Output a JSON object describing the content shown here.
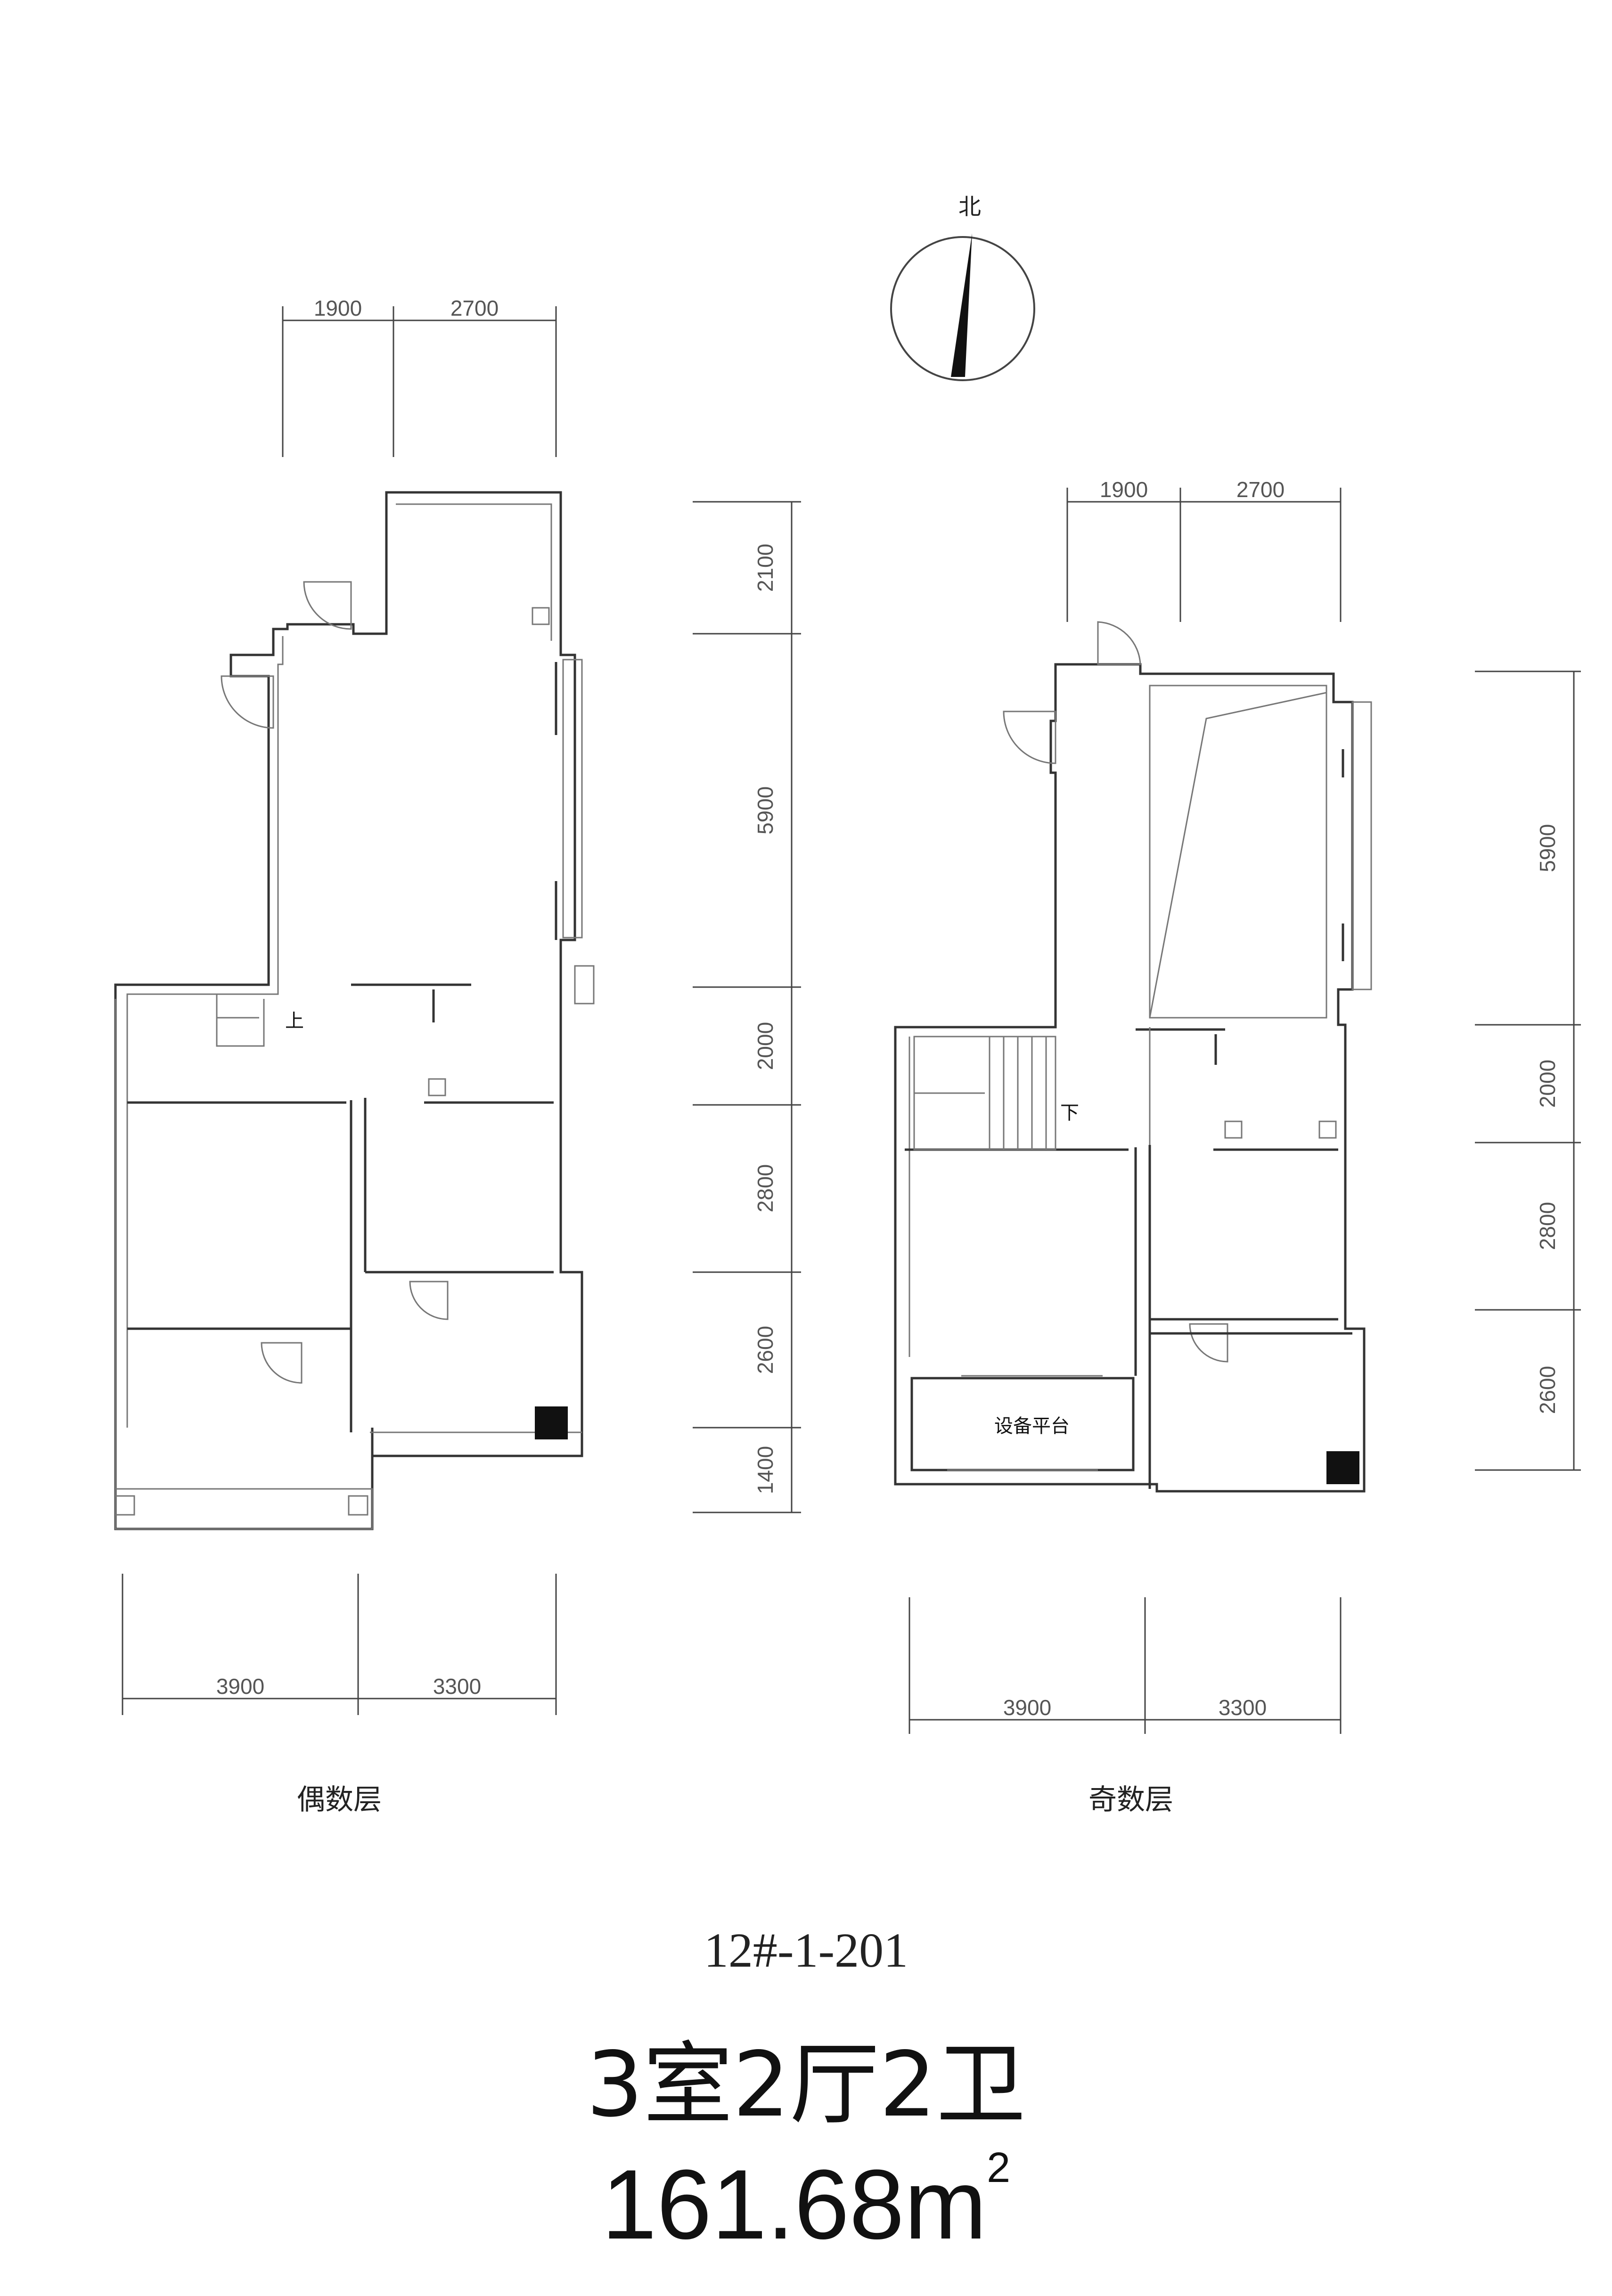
{
  "compass": {
    "north_label": "北"
  },
  "even_floor": {
    "label": "偶数层",
    "top_dims": [
      "1900",
      "2700"
    ],
    "side_dims": [
      "2100",
      "5900",
      "2000",
      "2800",
      "2600",
      "1400"
    ],
    "bottom_dims": [
      "3900",
      "3300"
    ],
    "stair_mark": "上"
  },
  "odd_floor": {
    "label": "奇数层",
    "top_dims": [
      "1900",
      "2700"
    ],
    "side_dims": [
      "5900",
      "2000",
      "2800",
      "2600"
    ],
    "bottom_dims": [
      "3900",
      "3300"
    ],
    "stair_mark": "下",
    "equipment_platform": "设备平台"
  },
  "unit": {
    "code": "12#-1-201",
    "layout": "3室2厅2卫",
    "area_value": "161.68",
    "area_unit": "m",
    "area_sup": "2"
  }
}
